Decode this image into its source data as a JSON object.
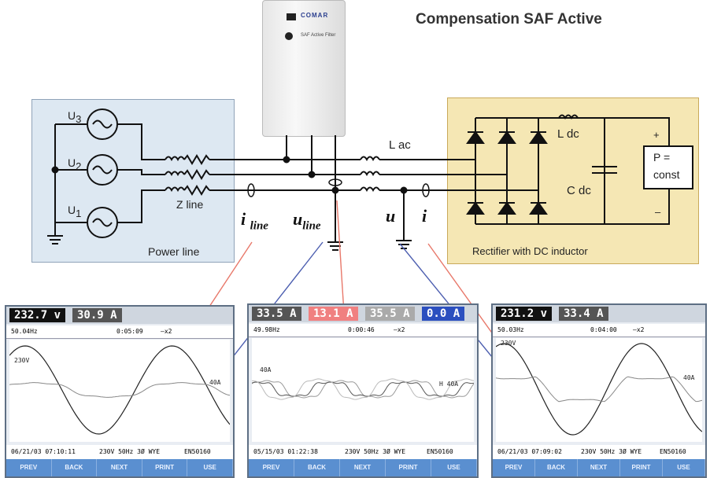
{
  "title": "Compensation SAF Active",
  "device": {
    "brand": "COMAR",
    "label": "SAF Active Filter"
  },
  "circuit": {
    "u3": "U",
    "u3_sub": "3",
    "u2": "U",
    "u2_sub": "2",
    "u1": "U",
    "u1_sub": "1",
    "z_line": "Z line",
    "power_line": "Power line",
    "l_ac": "L ac",
    "l_dc": "L dc",
    "c_dc": "C dc",
    "plus": "+",
    "minus": "–",
    "load_line1": "P =",
    "load_line2": "const",
    "rectifier": "Rectifier with DC inductor",
    "i_line": "i",
    "i_line_sub": "line",
    "u_line": "u",
    "u_line_sub": "line",
    "u": "u",
    "i": "i"
  },
  "scopes": [
    {
      "readings": [
        {
          "text": "232.7 v",
          "bg": "#111111",
          "fg": "#ffffff"
        },
        {
          "text": "30.9 A",
          "bg": "#555555",
          "fg": "#ffffff"
        }
      ],
      "freq": "50.04Hz",
      "time": "0:05:09",
      "zoom": "–x2",
      "date": "06/21/03 07:10:11",
      "cfg": "230V  50Hz 3Ø WYE",
      "std": "EN50160",
      "volt_label": "230V",
      "amp_label": "40A",
      "h_label": "",
      "buttons": [
        "PREV",
        "BACK",
        "NEXT",
        "PRINT",
        "USE"
      ]
    },
    {
      "readings": [
        {
          "text": "33.5 A",
          "bg": "#555555",
          "fg": "#ffffff"
        },
        {
          "text": "13.1 A",
          "bg": "#f08080",
          "fg": "#ffffff"
        },
        {
          "text": "35.5 A",
          "bg": "#aaaaaa",
          "fg": "#ffffff"
        },
        {
          "text": "0.0 A",
          "bg": "#2b4fbf",
          "fg": "#ffffff"
        }
      ],
      "freq": "49.98Hz",
      "time": "0:00:46",
      "zoom": "–x2",
      "date": "05/15/03 01:22:38",
      "cfg": "230V  50Hz 3Ø WYE",
      "std": "EN50160",
      "volt_label": "",
      "amp_label": "40A",
      "h_label": "H  40A",
      "buttons": [
        "PREV",
        "BACK",
        "NEXT",
        "PRINT",
        "USE"
      ]
    },
    {
      "readings": [
        {
          "text": "231.2 v",
          "bg": "#111111",
          "fg": "#ffffff"
        },
        {
          "text": "33.4 A",
          "bg": "#555555",
          "fg": "#ffffff"
        }
      ],
      "freq": "50.03Hz",
      "time": "0:04:00",
      "zoom": "–x2",
      "date": "06/21/03 07:09:02",
      "cfg": "230V  50Hz 3Ø WYE",
      "std": "EN50160",
      "volt_label": "230V",
      "amp_label": "40A",
      "h_label": "",
      "buttons": [
        "PREV",
        "BACK",
        "NEXT",
        "PRINT",
        "USE"
      ]
    }
  ]
}
